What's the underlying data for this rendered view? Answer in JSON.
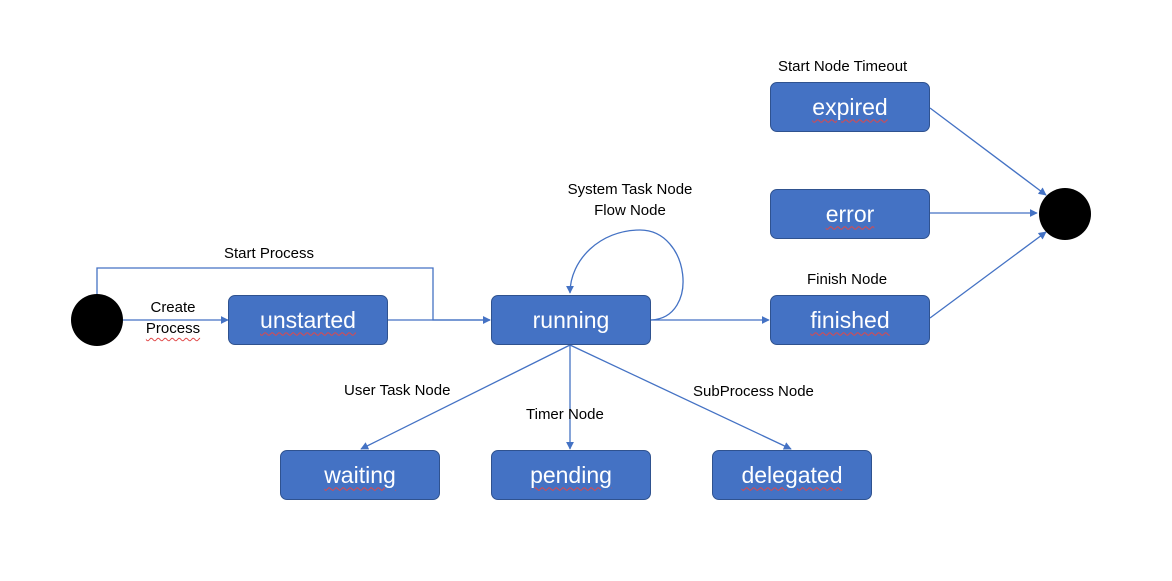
{
  "colors": {
    "state_fill": "#4472c4",
    "state_border": "#2f528f",
    "edge": "#4472c4",
    "terminal": "#000000",
    "spellcheck_underline": "#e04848"
  },
  "states": {
    "unstarted": "unstarted",
    "running": "running",
    "finished": "finished",
    "expired": "expired",
    "error": "error",
    "waiting": "waiting",
    "pending": "pending",
    "delegated": "delegated"
  },
  "transitions": {
    "create_process": [
      "Create",
      "Process"
    ],
    "start_process": "Start Process",
    "self_loop": [
      "System Task Node",
      "Flow Node"
    ],
    "finish_node": "Finish Node",
    "start_node_timeout": "Start Node Timeout",
    "user_task_node": "User Task Node",
    "timer_node": "Timer Node",
    "subprocess_node": "SubProcess Node"
  }
}
